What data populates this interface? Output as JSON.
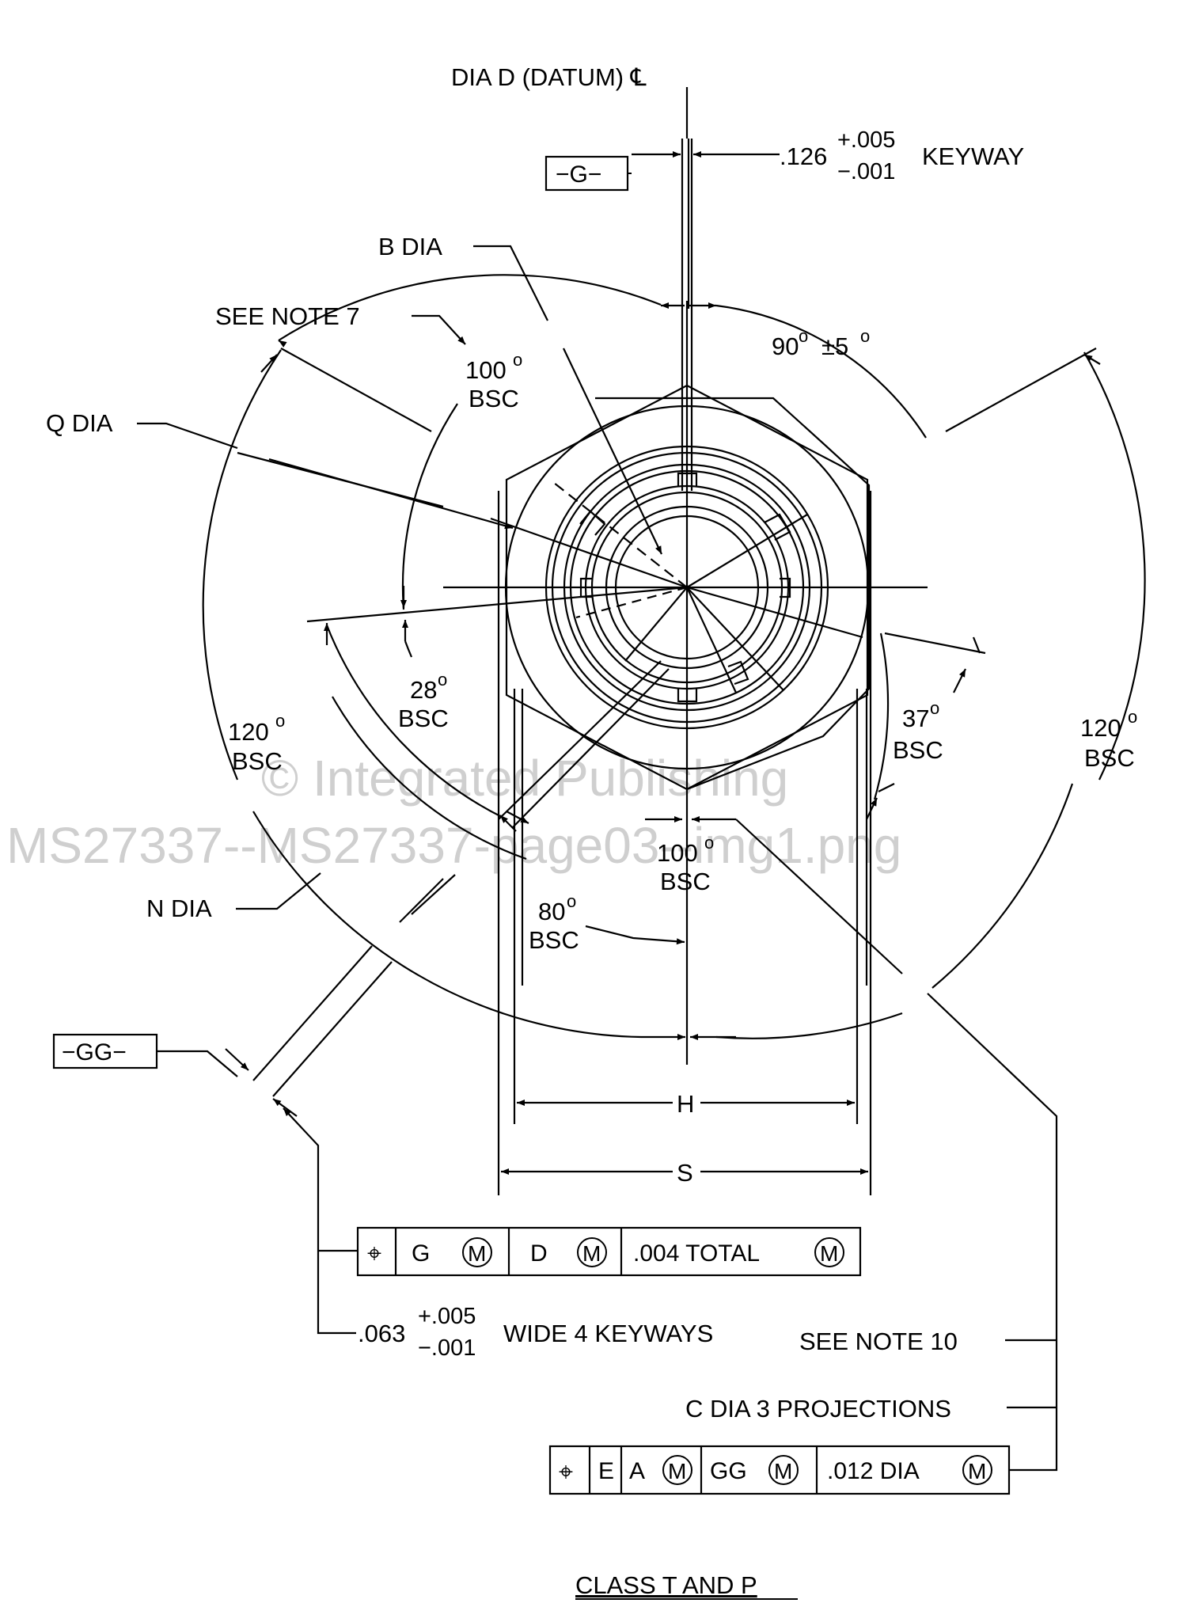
{
  "labels": {
    "dia_d_datum": "DIA D (DATUM) ℄",
    "keyway_nominal": ".126",
    "keyway_plus": "+.005",
    "keyway_minus": "−.001",
    "keyway_word": "KEYWAY",
    "datum_g": "−G−",
    "b_dia": "B  DIA",
    "see_note_7": "SEE NOTE 7",
    "q_dia": "Q  DIA",
    "n_dia": "N  DIA",
    "datum_gg": "−GG−",
    "ang_100_top": "100",
    "ang_90": "90",
    "ang_90_tol": "±5",
    "ang_28": "28",
    "ang_37": "37",
    "ang_120_left": "120",
    "ang_120_right": "120",
    "ang_100_bottom": "100",
    "ang_80": "80",
    "deg_mark": "o",
    "bsc": "BSC",
    "dim_h": "H",
    "dim_s": "S",
    "fcf1": {
      "symbol": "⌖",
      "g": "G",
      "m": "M",
      "d": "D",
      "tol": ".004 TOTAL"
    },
    "keyways_nominal": ".063",
    "keyways_plus": "+.005",
    "keyways_minus": "−.001",
    "keyways_word": "WIDE 4 KEYWAYS",
    "see_note_10": "SEE NOTE 10",
    "c_dia_proj": "C  DIA 3 PROJECTIONS",
    "fcf2": {
      "symbol": "⌖",
      "e": "E",
      "a": "A",
      "m": "M",
      "gg": "GG",
      "tol": ".012 DIA"
    },
    "title": "CLASS  T AND P"
  },
  "watermark": {
    "line1": "© Integrated Publishing",
    "line2": "MS27337--MS27337-page03--img1.png"
  }
}
